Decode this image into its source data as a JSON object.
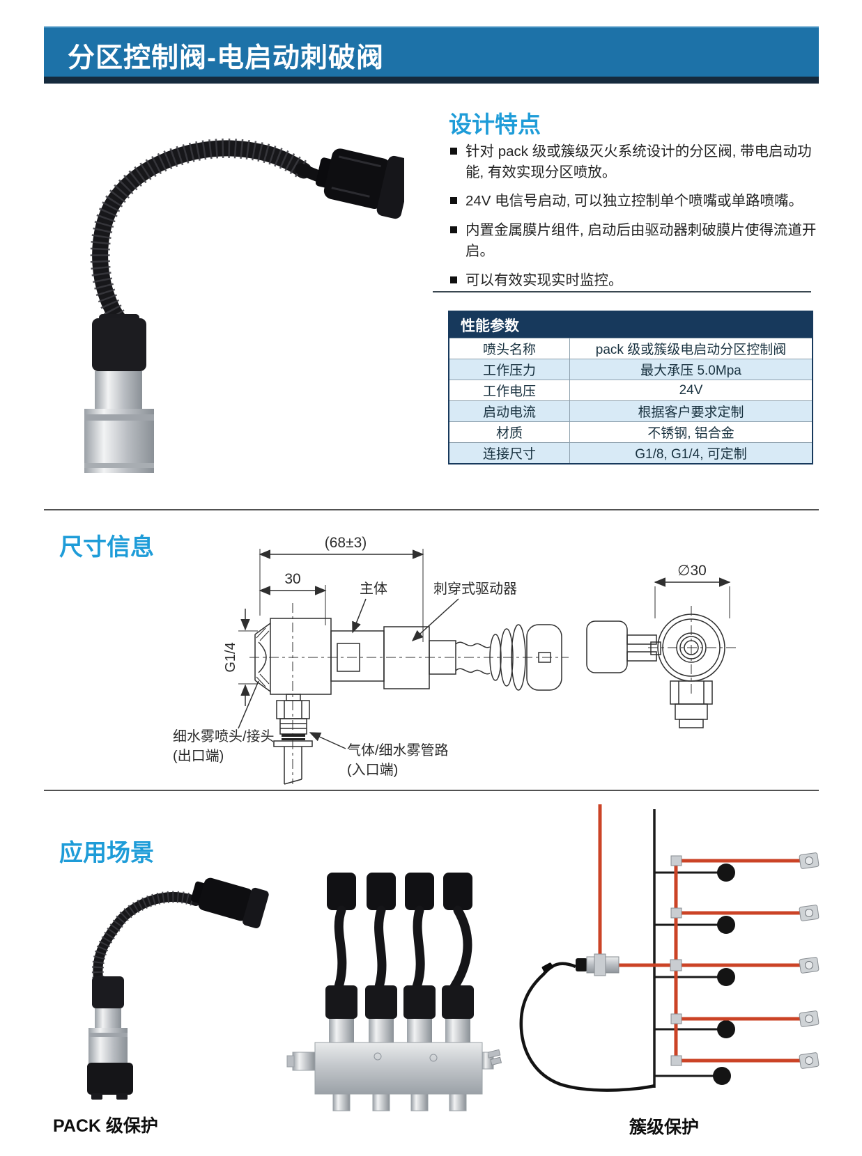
{
  "page": {
    "title": "分区控制阀-电启动刺破阀"
  },
  "colors": {
    "banner_blue": "#1d72a8",
    "banner_dark_strip": "#152a3d",
    "section_title_blue": "#1e9cd8",
    "table_header_navy": "#17395c",
    "table_row_light_blue": "#d8eaf6",
    "pipe_red": "#cb4326"
  },
  "design_features": {
    "title": "设计特点",
    "bullets": [
      "针对 pack 级或簇级灭火系统设计的分区阀, 带电启动功能, 有效实现分区喷放。",
      "24V 电信号启动, 可以独立控制单个喷嘴或单路喷嘴。",
      "内置金属膜片组件, 启动后由驱动器刺破膜片使得流道开启。",
      "可以有效实现实时监控。"
    ]
  },
  "parameters_table": {
    "title": "性能参数",
    "rows": [
      {
        "label": "喷头名称",
        "value": "pack 级或簇级电启动分区控制阀"
      },
      {
        "label": "工作压力",
        "value": "最大承压 5.0Mpa"
      },
      {
        "label": "工作电压",
        "value": "24V"
      },
      {
        "label": "启动电流",
        "value": "根据客户要求定制"
      },
      {
        "label": "材质",
        "value": "不锈钢, 铝合金"
      },
      {
        "label": "连接尺寸",
        "value": "G1/8, G1/4, 可定制"
      }
    ]
  },
  "dimensions": {
    "title": "尺寸信息",
    "labels": {
      "overall_length": "(68±3)",
      "body_length": "30",
      "main_body": "主体",
      "piercing_actuator": "刺穿式驱动器",
      "thread_size": "G1/4",
      "outlet_label": "细水雾喷头/接头",
      "outlet_sub": "(出口端)",
      "inlet_label": "气体/细水雾管路",
      "inlet_sub": "(入口端)",
      "diameter": "∅30"
    }
  },
  "applications": {
    "title": "应用场景",
    "captions": {
      "pack": "PACK 级保护",
      "cluster": "簇级保护"
    }
  }
}
